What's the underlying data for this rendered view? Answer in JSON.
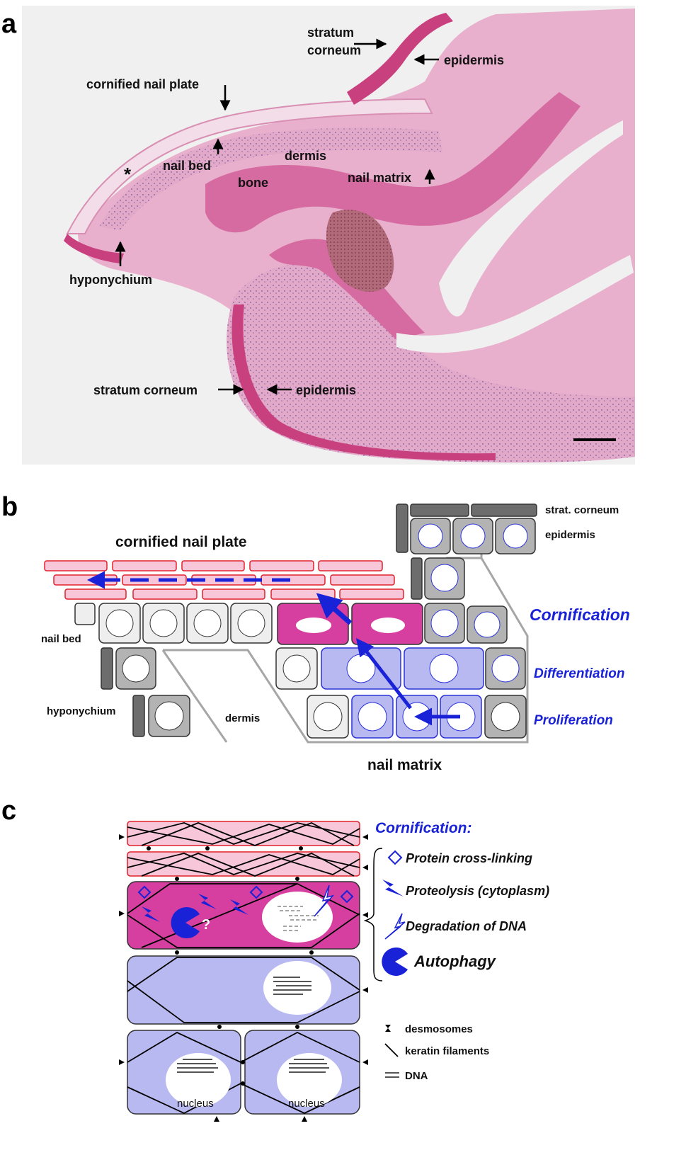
{
  "panel_a": {
    "letter": "a",
    "labels": {
      "stratum_corneum_top_1": "stratum",
      "stratum_corneum_top_2": "corneum",
      "epidermis_top": "epidermis",
      "cornified_nail_plate": "cornified nail plate",
      "asterisk": "*",
      "nail_bed": "nail bed",
      "dermis": "dermis",
      "bone": "bone",
      "nail_matrix": "nail matrix",
      "hyponychium": "hyponychium",
      "stratum_corneum_bottom": "stratum corneum",
      "epidermis_bottom": "epidermis"
    }
  },
  "panel_b": {
    "letter": "b",
    "labels": {
      "cornified_nail_plate": "cornified nail plate",
      "strat_corneum": "strat. corneum",
      "epidermis": "epidermis",
      "nail_bed": "nail bed",
      "hyponychium": "hyponychium",
      "dermis": "dermis",
      "nail_matrix": "nail matrix",
      "cornification": "Cornification",
      "differentiation": "Differentiation",
      "proliferation": "Proliferation"
    }
  },
  "panel_c": {
    "letter": "c",
    "labels": {
      "cornification_title": "Cornification:",
      "protein_cross_linking": "Protein cross-linking",
      "proteolysis": "Proteolysis (cytoplasm)",
      "degradation_dna": "Degradation of DNA",
      "autophagy": "Autophagy",
      "question": "?",
      "desmosomes": "desmosomes",
      "keratin_filaments": "keratin filaments",
      "dna": "DNA",
      "nucleus_left": "nucleus",
      "nucleus_right": "nucleus"
    }
  },
  "colors": {
    "histology_pink": "#d98cb3",
    "cornified_pink": "#f7c6d9",
    "magenta": "#d63fa0",
    "lavender": "#b9b9f2",
    "blue_accent": "#1a22d8",
    "grey_dark": "#6d6d6d",
    "grey_mid": "#b3b3b3"
  }
}
